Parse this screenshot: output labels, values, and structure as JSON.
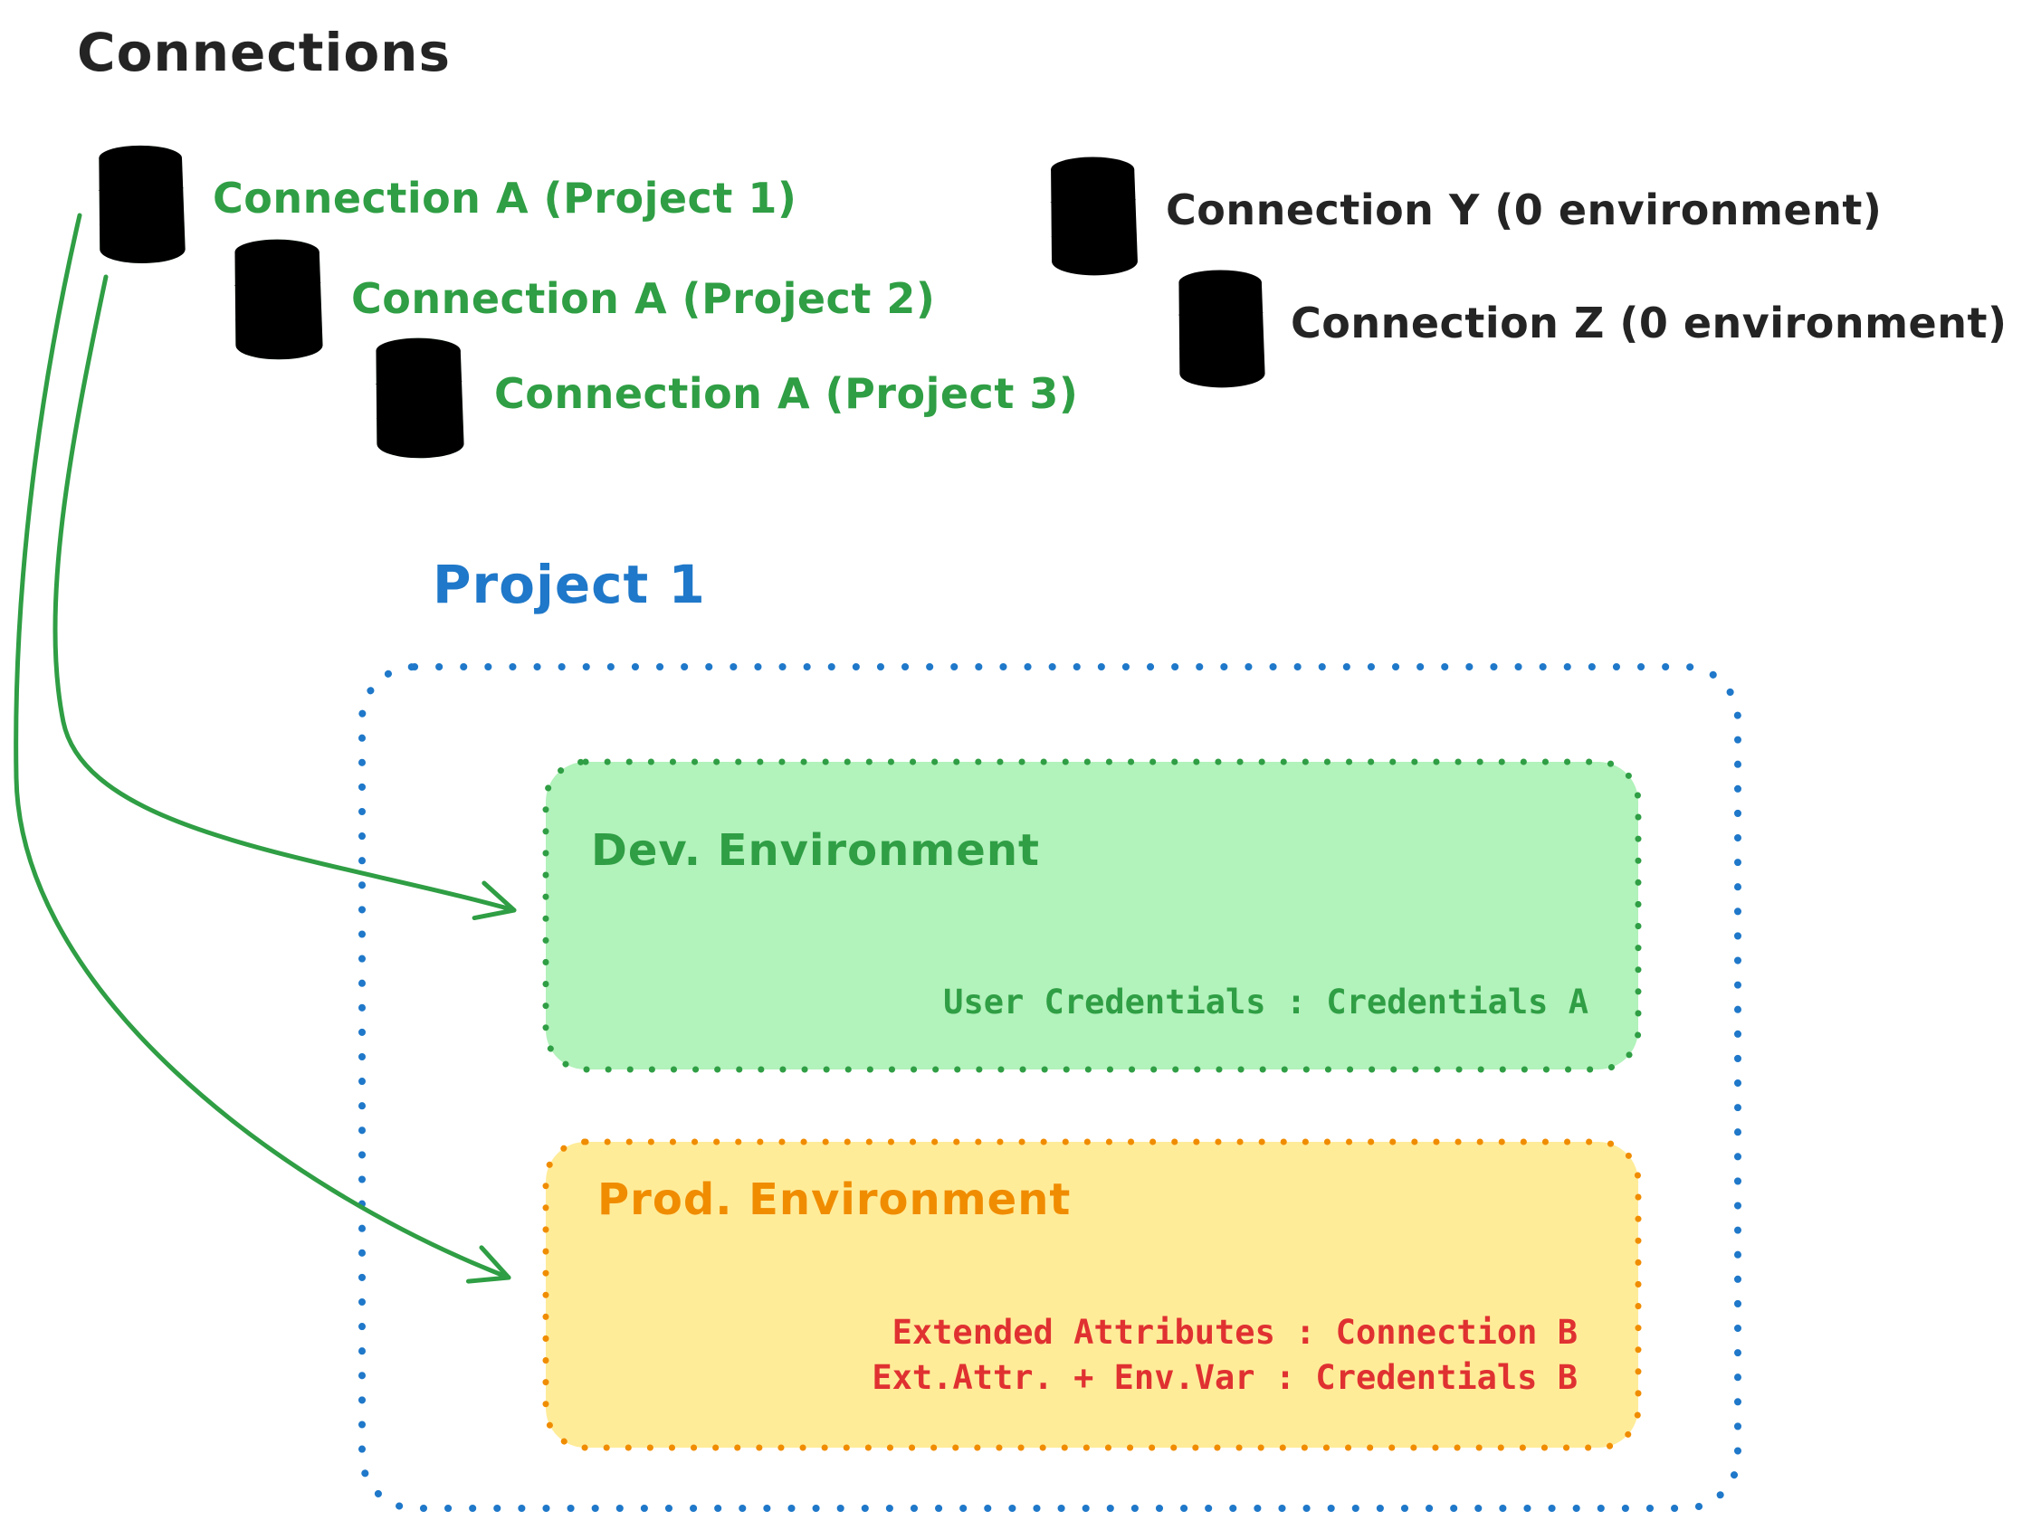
{
  "diagram_title": "Connections",
  "colors": {
    "ink": "#242424",
    "green": "#2f9e44",
    "green_fill": "#b2f2bb",
    "gray_fill": "#ced4da",
    "blue": "#1f78c9",
    "orange": "#f08c00",
    "yellow_fill": "#ffec99",
    "red": "#e03131"
  },
  "green_connections": [
    {
      "icon": "database-icon",
      "label": "Connection A (Project 1)"
    },
    {
      "icon": "database-icon",
      "label": "Connection A (Project 2)"
    },
    {
      "icon": "database-icon",
      "label": "Connection A (Project 3)"
    }
  ],
  "gray_connections": [
    {
      "icon": "database-icon",
      "label": "Connection Y (0 environment)"
    },
    {
      "icon": "database-icon",
      "label": "Connection Z (0 environment)"
    }
  ],
  "project": {
    "title": "Project 1",
    "dev_environment": {
      "title": "Dev. Environment",
      "mapping": "User Credentials : Credentials A"
    },
    "prod_environment": {
      "title": "Prod. Environment",
      "mappings": [
        "Extended Attributes : Connection B",
        "Ext.Attr. + Env.Var : Credentials B"
      ]
    }
  }
}
